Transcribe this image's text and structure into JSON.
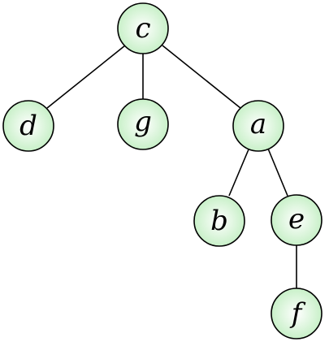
{
  "colors": {
    "node_fill_center": "#ffffff",
    "node_fill_edge": "#c8f0c8",
    "stroke": "#000000"
  },
  "nodes": [
    {
      "id": "c",
      "label": "c"
    },
    {
      "id": "d",
      "label": "d"
    },
    {
      "id": "g",
      "label": "g"
    },
    {
      "id": "a",
      "label": "a"
    },
    {
      "id": "b",
      "label": "b"
    },
    {
      "id": "e",
      "label": "e"
    },
    {
      "id": "f",
      "label": "f"
    }
  ],
  "edges": [
    {
      "from": "c",
      "to": "d"
    },
    {
      "from": "c",
      "to": "g"
    },
    {
      "from": "c",
      "to": "a"
    },
    {
      "from": "a",
      "to": "b"
    },
    {
      "from": "a",
      "to": "e"
    },
    {
      "from": "e",
      "to": "f"
    }
  ]
}
